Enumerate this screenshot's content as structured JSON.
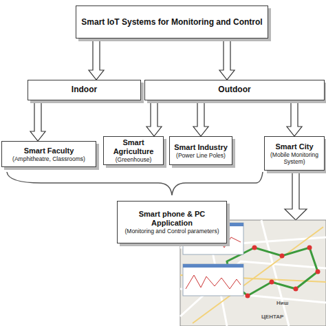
{
  "diagram": {
    "nodes": [
      {
        "text": [
          "Smart IoT Systems for Monitoring and Control"
        ]
      },
      {
        "text": [
          "Indoor"
        ]
      },
      {
        "text": [
          "Outdoor"
        ]
      },
      {
        "text": [
          "Smart Faculty",
          "(Amphitheatre, Classrooms)"
        ]
      },
      {
        "text": [
          "Smart Agriculture",
          "(Greenhouse)"
        ]
      },
      {
        "text": [
          "Smart Industry",
          "(Power Line Poles)"
        ]
      },
      {
        "text": [
          "Smart City",
          "(Mobile Monitoring System)"
        ]
      },
      {
        "text": [
          "Smart phone & PC Application",
          "(Monitoring and Control parameters)"
        ]
      }
    ],
    "edges": [
      {
        "from": 0,
        "to": 1,
        "arrow": "to"
      },
      {
        "from": 0,
        "to": 2,
        "arrow": "to"
      },
      {
        "from": 1,
        "to": 3,
        "arrow": "to"
      },
      {
        "from": 2,
        "to": 4,
        "arrow": "to"
      },
      {
        "from": 2,
        "to": 5,
        "arrow": "to"
      },
      {
        "from": 2,
        "to": 6,
        "arrow": "to"
      }
    ],
    "labels": [
      "Ниш",
      "ЦЕНТАР"
    ]
  }
}
